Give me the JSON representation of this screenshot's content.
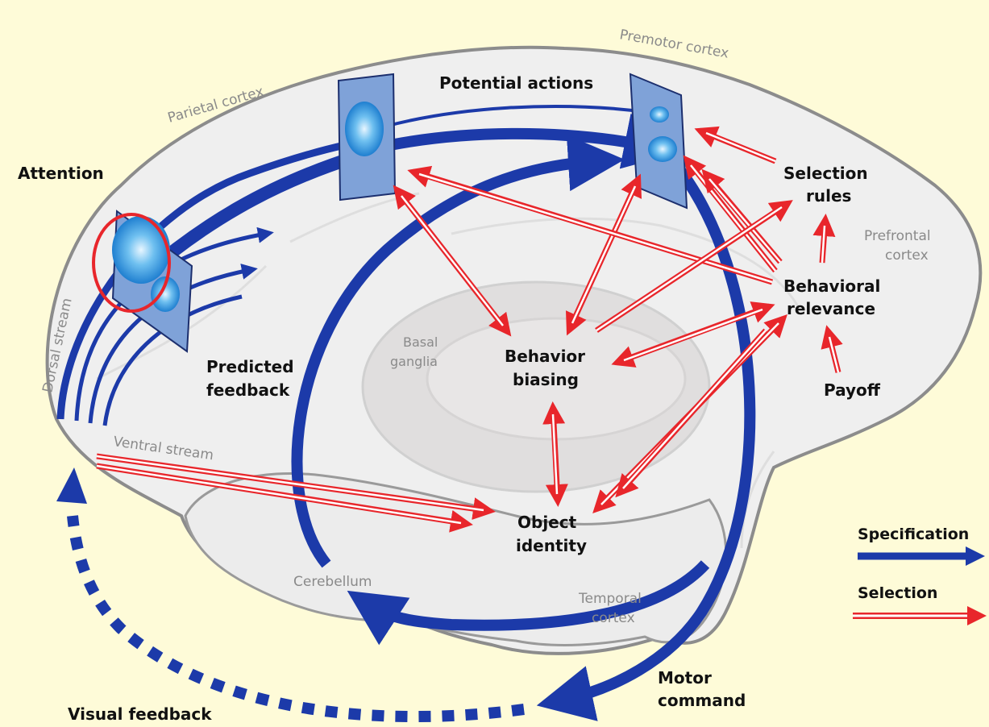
{
  "colors": {
    "background": "#fefbd8",
    "brain_fill": "#efefef",
    "brain_outline": "#8c8c8c",
    "specification": "#1c3aa9",
    "selection": "#e8262b",
    "region_label": "#8a8a8a"
  },
  "regions": {
    "parietal": "Parietal cortex",
    "premotor": "Premotor cortex",
    "prefrontal_1": "Prefrontal",
    "prefrontal_2": "cortex",
    "dorsal": "Dorsal stream",
    "ventral": "Ventral stream",
    "basal_1": "Basal",
    "basal_2": "ganglia",
    "cerebellum": "Cerebellum",
    "temporal_1": "Temporal",
    "temporal_2": "cortex"
  },
  "labels": {
    "attention": "Attention",
    "potential_actions": "Potential actions",
    "selection_rules_1": "Selection",
    "selection_rules_2": "rules",
    "behavioral_relevance_1": "Behavioral",
    "behavioral_relevance_2": "relevance",
    "payoff": "Payoff",
    "predicted_feedback_1": "Predicted",
    "predicted_feedback_2": "feedback",
    "behavior_biasing_1": "Behavior",
    "behavior_biasing_2": "biasing",
    "object_identity_1": "Object",
    "object_identity_2": "identity",
    "motor_command_1": "Motor",
    "motor_command_2": "command",
    "visual_feedback": "Visual feedback"
  },
  "legend": {
    "specification": "Specification",
    "selection": "Selection"
  }
}
